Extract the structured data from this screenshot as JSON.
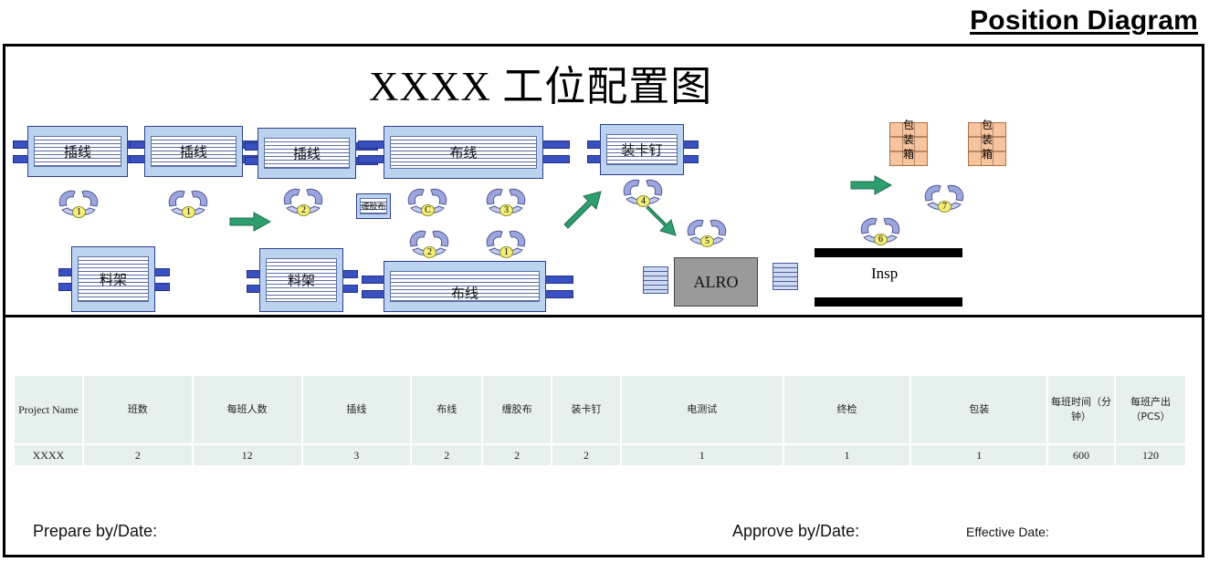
{
  "doc_title": "Position Diagram",
  "layout_title": "XXXX 工位配置图",
  "stations": {
    "s1": "插线",
    "s2": "插线",
    "s3": "插线",
    "s4": "布线",
    "s5": "装卡钉",
    "rack1": "料架",
    "rack2": "料架",
    "s6": "布线",
    "small_station": "缠胶布",
    "alro": "ALRO",
    "insp": "Insp"
  },
  "packing": {
    "box1": "包装箱",
    "box2": "包装箱"
  },
  "operators": [
    "1",
    "1",
    "2",
    "C",
    "3",
    "2",
    "1",
    "4",
    "5",
    "6",
    "7"
  ],
  "colors": {
    "arrow": "#2f9e6e",
    "operator_ring": "#9ca6dc",
    "table_bg": "#e6f1ee"
  },
  "table": {
    "headers": [
      "Project Name",
      "班数",
      "每班人数",
      "插线",
      "布线",
      "缠胶布",
      "装卡钉",
      "电测试",
      "终检",
      "包装",
      "每班时间（分钟）",
      "每班产出（PCS）"
    ],
    "values": [
      "XXXX",
      "2",
      "12",
      "3",
      "2",
      "2",
      "2",
      "1",
      "1",
      "1",
      "600",
      "120"
    ]
  },
  "footer": {
    "prepare": "Prepare by/Date:",
    "approve": "Approve by/Date:",
    "effective": "Effective Date:"
  }
}
